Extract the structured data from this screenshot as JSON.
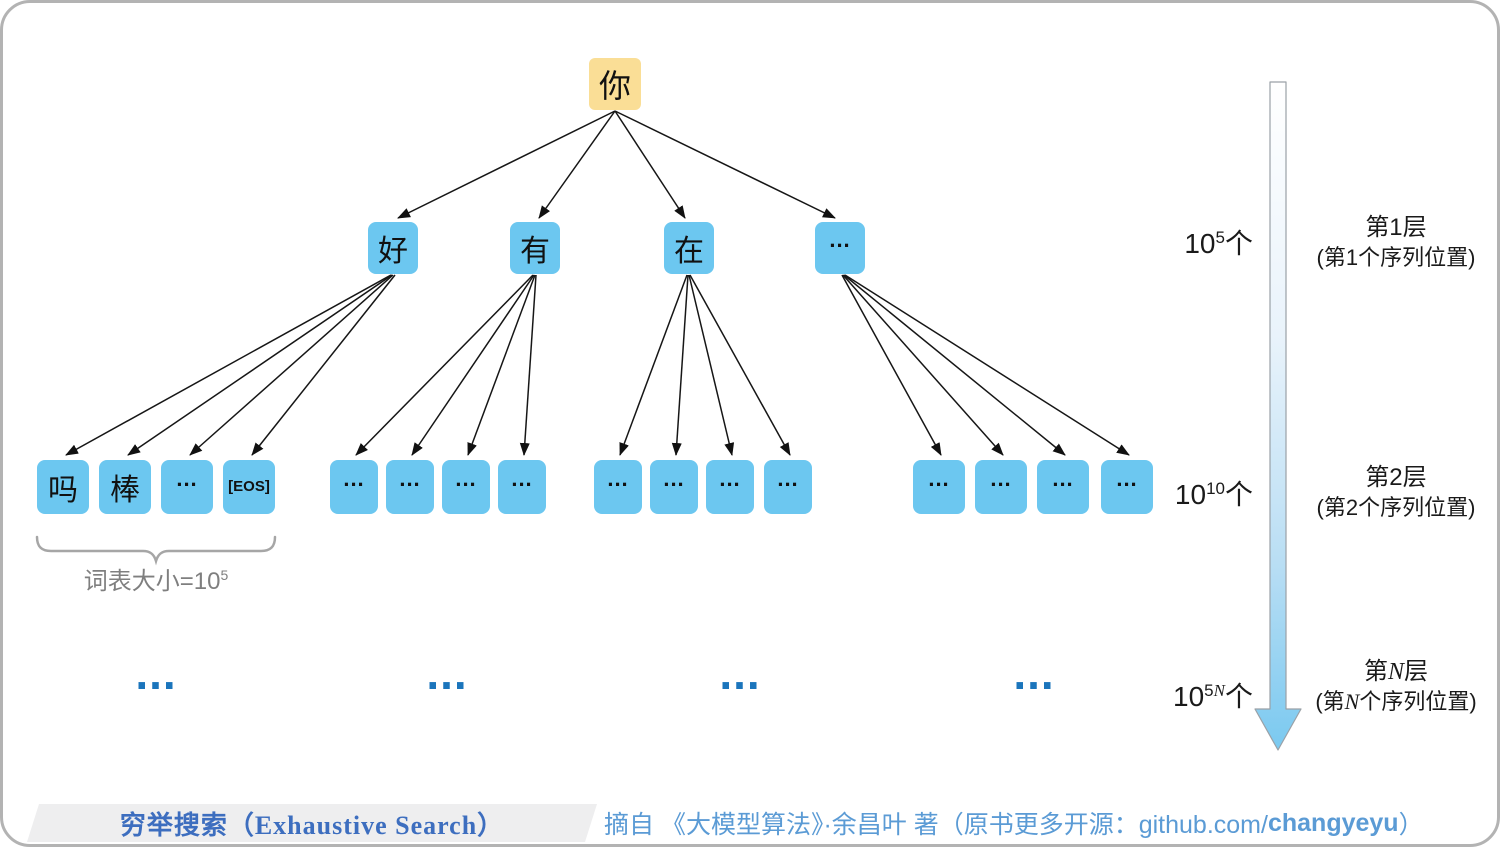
{
  "tree": {
    "root_label": "你",
    "level1_labels": [
      "好",
      "有",
      "在",
      "..."
    ],
    "level2_groups": [
      [
        "吗",
        "棒",
        "...",
        "[EOS]"
      ],
      [
        "...",
        "...",
        "...",
        "..."
      ],
      [
        "...",
        "...",
        "...",
        "..."
      ],
      [
        "...",
        "...",
        "...",
        "..."
      ]
    ],
    "levelN_ellipses": [
      "...",
      "...",
      "...",
      "..."
    ],
    "vocab_label_base": "词表大小=10",
    "vocab_label_sup": "5"
  },
  "right_panel": {
    "counts": [
      {
        "base": "10",
        "sup": "5",
        "sup_var": "",
        "suffix": "个"
      },
      {
        "base": "10",
        "sup": "10",
        "sup_var": "",
        "suffix": "个"
      },
      {
        "base": "10",
        "sup": "5",
        "sup_var": "N",
        "suffix": "个"
      }
    ],
    "levels": [
      {
        "title": "第1层",
        "subtitle": "(第1个序列位置)"
      },
      {
        "title": "第2层",
        "subtitle": "(第2个序列位置)"
      }
    ],
    "level_n": {
      "title_prefix": "第",
      "title_var": "N",
      "title_suffix": "层",
      "sub_prefix": "(第",
      "sub_var": "N",
      "sub_suffix": "个序列位置)"
    }
  },
  "footer": {
    "title": "穷举搜索（Exhaustive Search）",
    "source_prefix": "摘自 《大模型算法》·余昌叶 著（原书更多开源：github.com/",
    "source_bold": "changyeyu",
    "source_suffix": "）"
  },
  "colors": {
    "node_blue": "#6cc7f0",
    "root_yellow": "#fade96",
    "dots_blue": "#1b75bc",
    "title_blue": "#3d6ebf",
    "source_blue": "#5b9bd5",
    "arrow_gradient_end": "#7ac9f0"
  }
}
